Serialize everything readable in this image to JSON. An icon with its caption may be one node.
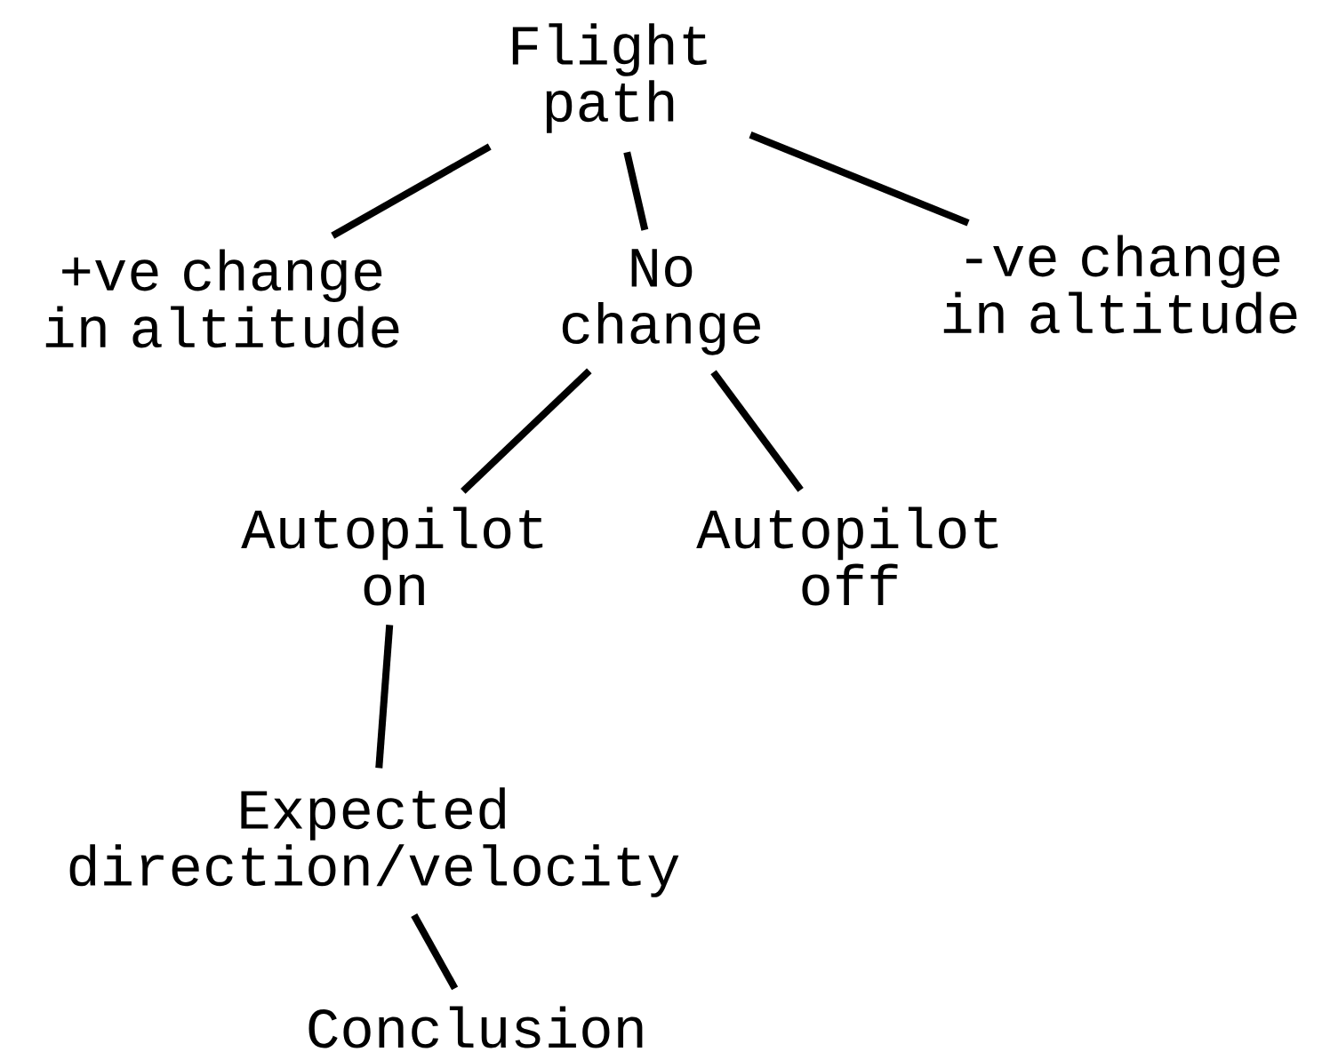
{
  "diagram": {
    "nodes": [
      {
        "text": [
          "Flight path"
        ]
      },
      {
        "text": [
          "+ve change in altitude"
        ]
      },
      {
        "text": [
          "No change"
        ]
      },
      {
        "text": [
          "-ve change in altitude"
        ]
      },
      {
        "text": [
          "Autopilot on"
        ]
      },
      {
        "text": [
          "Autopilot off"
        ]
      },
      {
        "text": [
          "Expected direction/velocity"
        ]
      },
      {
        "text": [
          "Conclusion"
        ]
      }
    ],
    "edges": [
      {
        "from": 0,
        "to": 1,
        "arrow": "none"
      },
      {
        "from": 0,
        "to": 2,
        "arrow": "none"
      },
      {
        "from": 0,
        "to": 3,
        "arrow": "none"
      },
      {
        "from": 2,
        "to": 4,
        "arrow": "none"
      },
      {
        "from": 2,
        "to": 5,
        "arrow": "none"
      },
      {
        "from": 4,
        "to": 6,
        "arrow": "none"
      },
      {
        "from": 6,
        "to": 7,
        "arrow": "none"
      }
    ]
  }
}
